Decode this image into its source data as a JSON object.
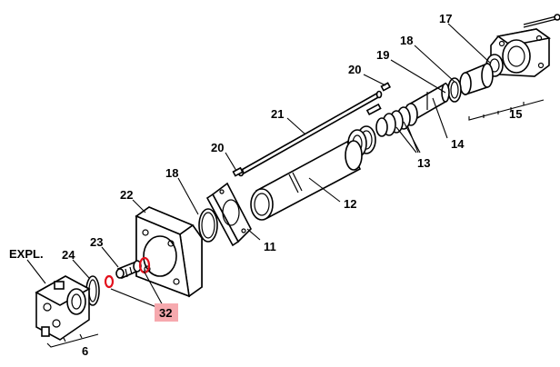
{
  "diagram": {
    "labels": {
      "l17": "17",
      "l18a": "18",
      "l19": "19",
      "l20a": "20",
      "l15": "15",
      "l21": "21",
      "l14": "14",
      "l13": "13",
      "l20b": "20",
      "l12": "12",
      "l18b": "18",
      "l22": "22",
      "l11": "11",
      "l23": "23",
      "l24": "24",
      "expl": "EXPL.",
      "l32": "32",
      "l6": "6"
    },
    "highlight_color": "#f6a9ae",
    "highlight_part_color": "#e3101c"
  }
}
